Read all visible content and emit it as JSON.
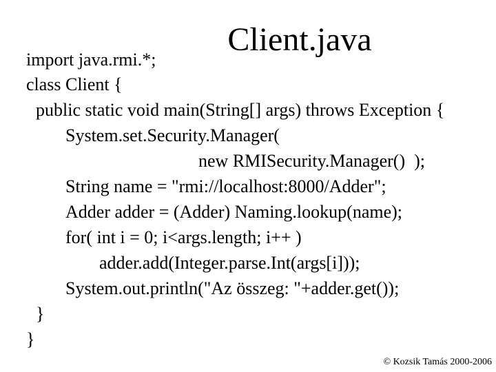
{
  "slide": {
    "title": "Client.java",
    "code_lines": [
      "import java.rmi.*;",
      "class Client {",
      "public static void main(String[] args) throws Exception {",
      "System.set.Security.Manager(",
      "new RMISecurity.Manager()  );",
      "String name = \"rmi://localhost:8000/Adder\";",
      "Adder adder = (Adder) Naming.lookup(name);",
      "for( int i = 0; i<args.length; i++ )",
      "adder.add(Integer.parse.Int(args[i]));",
      "System.out.println(\"Az összeg: \"+adder.get());",
      "}",
      "}"
    ],
    "footer": "© Kozsik Tamás 2000-2006"
  }
}
